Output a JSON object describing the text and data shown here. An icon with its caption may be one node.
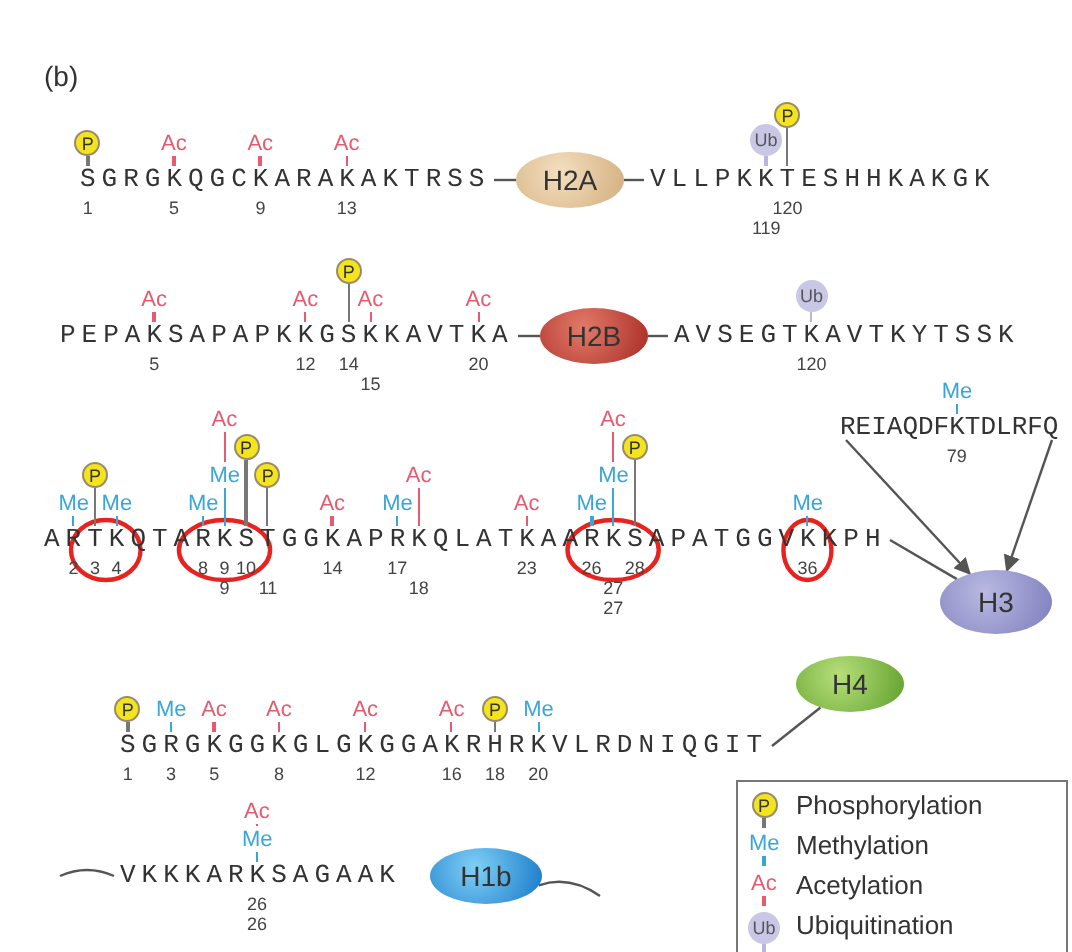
{
  "diagram": {
    "nodes": [
      {
        "text": [
          "SGRGKQGCKARAKAKTRSS"
        ],
        "beside": [
          "P",
          "Ac",
          "Ac",
          "Ac",
          "1",
          "5",
          "9",
          "13"
        ]
      },
      {
        "text": [
          "H2A"
        ]
      },
      {
        "text": [
          "VLLPKKTESHHKAKGK"
        ],
        "beside": [
          "P",
          "Ub",
          "120",
          "119"
        ]
      },
      {
        "text": [
          "PEPAKSAPAPKKGSKKAVTKA"
        ],
        "beside": [
          "Ac",
          "Ac",
          "P",
          "Ac",
          "Ac",
          "5",
          "12",
          "14",
          "20",
          "15"
        ]
      },
      {
        "text": [
          "H2B"
        ]
      },
      {
        "text": [
          "AVSEGTKAVTKYTSSK"
        ],
        "beside": [
          "Ub",
          "120"
        ]
      },
      {
        "text": [
          "ARTKQTARKSTGGKAPRKQLATKAARKSAPATGGVKKPH"
        ],
        "beside": [
          "P",
          "Me",
          "Me",
          "Ac",
          "P",
          "P",
          "Me",
          "Me",
          "Ac",
          "Me",
          "Ac",
          "Ac",
          "Ac",
          "P",
          "Me",
          "Me",
          "Me",
          "2",
          "3",
          "4",
          "8",
          "9",
          "10",
          "14",
          "17",
          "23",
          "26",
          "28",
          "36",
          "9",
          "11",
          "18",
          "27",
          "27"
        ]
      },
      {
        "text": [
          "H3"
        ]
      },
      {
        "text": [
          "REIAQDFKTDLRFQ"
        ],
        "beside": [
          "Me",
          "79"
        ]
      },
      {
        "text": [
          "SGRGKGGKGLGKGGAKRHRKVLRDNIQGIT"
        ],
        "beside": [
          "P",
          "Me",
          "Ac",
          "Ac",
          "Ac",
          "Ac",
          "P",
          "Me",
          "1",
          "3",
          "5",
          "8",
          "12",
          "16",
          "18",
          "20"
        ]
      },
      {
        "text": [
          "H4"
        ]
      },
      {
        "text": [
          "VKKKARKSAGAAK"
        ],
        "beside": [
          "Ac",
          "Me",
          "26",
          "26"
        ]
      },
      {
        "text": [
          "H1b"
        ]
      }
    ],
    "edges": [
      {
        "from": 0,
        "to": 1,
        "arrow": "none"
      },
      {
        "from": 1,
        "to": 2,
        "arrow": "none"
      },
      {
        "from": 3,
        "to": 4,
        "arrow": "none"
      },
      {
        "from": 4,
        "to": 5,
        "arrow": "none"
      },
      {
        "from": 6,
        "to": 7,
        "arrow": "none"
      },
      {
        "from": 8,
        "to": 7,
        "arrow": "to"
      },
      {
        "from": 8,
        "to": 7,
        "arrow": "to"
      },
      {
        "from": 9,
        "to": 10,
        "arrow": "none"
      },
      {
        "from": null,
        "to": 11,
        "arrow": "none"
      },
      {
        "from": 12,
        "to": null,
        "arrow": "none"
      }
    ],
    "labels": [
      "(b)",
      "P",
      "Me",
      "Ac",
      "Ub"
    ],
    "legend": [
      {
        "text": "Phosphorylation"
      },
      {
        "text": "Methylation"
      },
      {
        "text": "Acetylation"
      },
      {
        "text": "Ubiquitination"
      }
    ]
  }
}
